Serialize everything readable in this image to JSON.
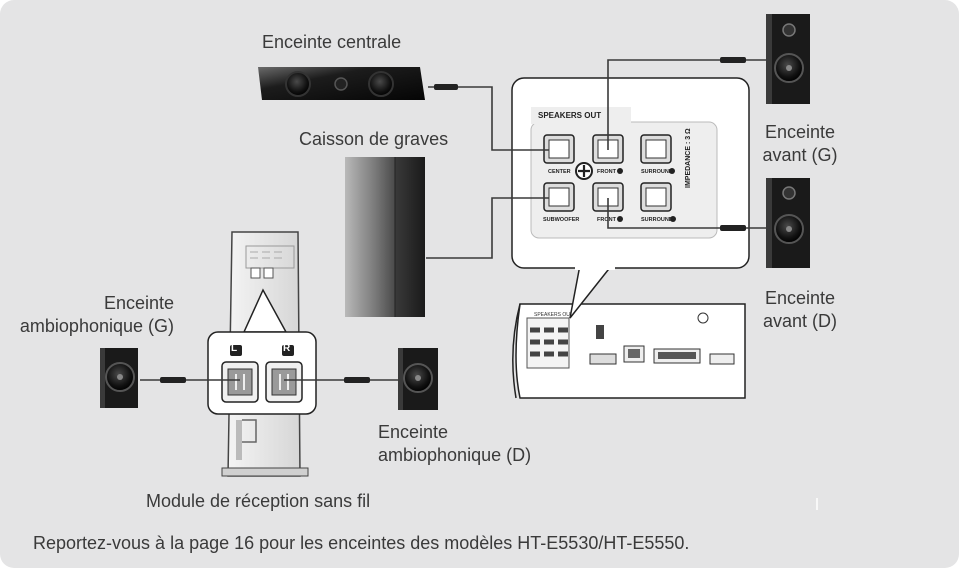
{
  "labels": {
    "center_speaker": "Enceinte centrale",
    "subwoofer": "Caisson de graves",
    "front_left_1": "Enceinte",
    "front_left_2": "avant (G)",
    "front_right_1": "Enceinte",
    "front_right_2": "avant (D)",
    "surround_left_1": "Enceinte",
    "surround_left_2": "ambiophonique (G)",
    "surround_right_1": "Enceinte",
    "surround_right_2": "ambiophonique (D)",
    "wireless_module": "Module de réception sans fil",
    "footnote": "Reportez-vous à la page 16 pour les enceintes des modèles HT-E5530/HT-E5550."
  },
  "panel": {
    "title": "SPEAKERS OUT",
    "impedance": "IMPEDANCE : 3 Ω",
    "terminals": [
      "CENTER",
      "FRONT",
      "SURROUND",
      "SUBWOOFER",
      "FRONT",
      "SURROUND"
    ]
  },
  "module": {
    "left": "L",
    "right": "R"
  },
  "colors": {
    "background": "#e4e4e5",
    "text": "#3a3a3a",
    "line": "#3a3a3a"
  }
}
